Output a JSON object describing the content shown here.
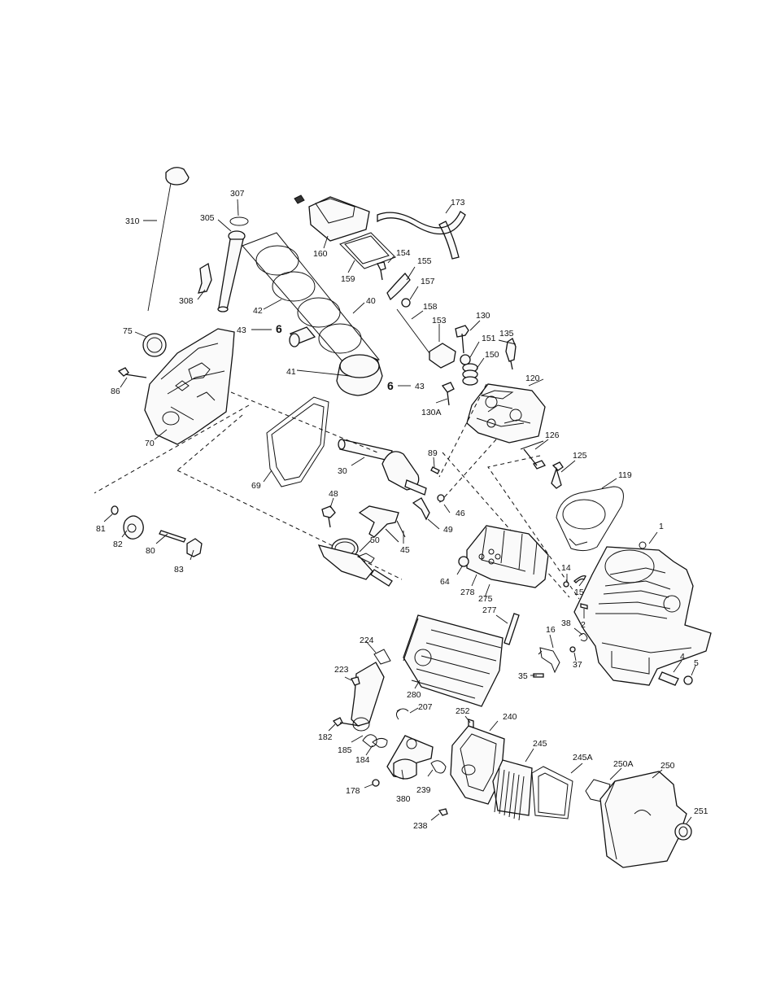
{
  "diagram": {
    "type": "exploded-parts-view",
    "labels": [
      {
        "id": "310",
        "text": "310"
      },
      {
        "id": "307",
        "text": "307"
      },
      {
        "id": "305",
        "text": "305"
      },
      {
        "id": "308",
        "text": "308"
      },
      {
        "id": "160",
        "text": "160"
      },
      {
        "id": "173",
        "text": "173"
      },
      {
        "id": "159",
        "text": "159"
      },
      {
        "id": "154",
        "text": "154"
      },
      {
        "id": "155",
        "text": "155"
      },
      {
        "id": "157",
        "text": "157"
      },
      {
        "id": "158",
        "text": "158"
      },
      {
        "id": "42",
        "text": "42"
      },
      {
        "id": "40",
        "text": "40"
      },
      {
        "id": "75",
        "text": "75"
      },
      {
        "id": "43a",
        "text": "43"
      },
      {
        "id": "130",
        "text": "130"
      },
      {
        "id": "153",
        "text": "153"
      },
      {
        "id": "135",
        "text": "135"
      },
      {
        "id": "151",
        "text": "151"
      },
      {
        "id": "86",
        "text": "86"
      },
      {
        "id": "41",
        "text": "41"
      },
      {
        "id": "150",
        "text": "150"
      },
      {
        "id": "43b",
        "text": "43"
      },
      {
        "id": "120",
        "text": "120"
      },
      {
        "id": "130A",
        "text": "130A"
      },
      {
        "id": "70",
        "text": "70"
      },
      {
        "id": "126",
        "text": "126"
      },
      {
        "id": "89",
        "text": "89"
      },
      {
        "id": "69",
        "text": "69"
      },
      {
        "id": "30",
        "text": "30"
      },
      {
        "id": "125",
        "text": "125"
      },
      {
        "id": "119",
        "text": "119"
      },
      {
        "id": "48",
        "text": "48"
      },
      {
        "id": "46",
        "text": "46"
      },
      {
        "id": "81",
        "text": "81"
      },
      {
        "id": "49",
        "text": "49"
      },
      {
        "id": "1",
        "text": "1"
      },
      {
        "id": "82",
        "text": "82"
      },
      {
        "id": "50",
        "text": "50"
      },
      {
        "id": "80",
        "text": "80"
      },
      {
        "id": "45",
        "text": "45"
      },
      {
        "id": "83",
        "text": "83"
      },
      {
        "id": "14",
        "text": "14"
      },
      {
        "id": "64",
        "text": "64"
      },
      {
        "id": "15",
        "text": "15"
      },
      {
        "id": "278",
        "text": "278"
      },
      {
        "id": "275",
        "text": "275"
      },
      {
        "id": "2",
        "text": "2"
      },
      {
        "id": "277",
        "text": "277"
      },
      {
        "id": "38",
        "text": "38"
      },
      {
        "id": "16",
        "text": "16"
      },
      {
        "id": "224",
        "text": "224"
      },
      {
        "id": "4",
        "text": "4"
      },
      {
        "id": "5",
        "text": "5"
      },
      {
        "id": "37",
        "text": "37"
      },
      {
        "id": "223",
        "text": "223"
      },
      {
        "id": "35",
        "text": "35"
      },
      {
        "id": "280",
        "text": "280"
      },
      {
        "id": "207",
        "text": "207"
      },
      {
        "id": "252",
        "text": "252"
      },
      {
        "id": "240",
        "text": "240"
      },
      {
        "id": "182",
        "text": "182"
      },
      {
        "id": "245",
        "text": "245"
      },
      {
        "id": "185",
        "text": "185"
      },
      {
        "id": "184",
        "text": "184"
      },
      {
        "id": "245A",
        "text": "245A"
      },
      {
        "id": "250A",
        "text": "250A"
      },
      {
        "id": "250",
        "text": "250"
      },
      {
        "id": "178",
        "text": "178"
      },
      {
        "id": "380",
        "text": "380"
      },
      {
        "id": "239",
        "text": "239"
      },
      {
        "id": "251",
        "text": "251"
      },
      {
        "id": "238",
        "text": "238"
      }
    ]
  }
}
